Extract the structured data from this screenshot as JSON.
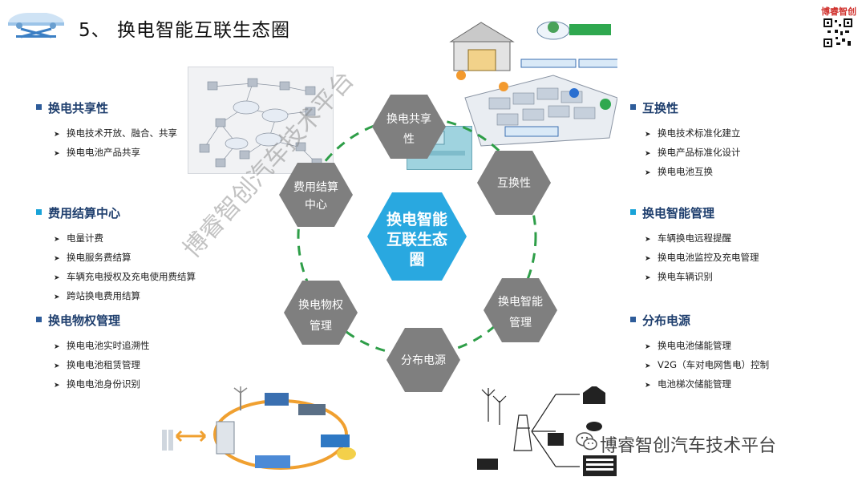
{
  "header": {
    "title": "5、 换电智能互联生态圈",
    "brand": "博睿智创"
  },
  "colors": {
    "section_square": "#2e5c9a",
    "section_square_alt": "#19a3d8",
    "hex_gray": "#7f7f7f",
    "hex_center": "#29a8e0",
    "ring_dash": "#2e9e48"
  },
  "hexagons": {
    "center": [
      "换电智能",
      "互联生态",
      "圈"
    ],
    "share": [
      "换电共享",
      "性"
    ],
    "interchange": [
      "互换性"
    ],
    "smart_manage": [
      "换电智能",
      "管理"
    ],
    "distributed": [
      "分布电源"
    ],
    "property": [
      "换电物权",
      "管理"
    ],
    "billing": [
      "费用结算",
      "中心"
    ]
  },
  "left_sections": [
    {
      "heading": "换电共享性",
      "items": [
        "换电技术开放、融合、共享",
        "换电电池产品共享"
      ]
    },
    {
      "heading": "费用结算中心",
      "items": [
        "电量计费",
        "换电服务费结算",
        "车辆充电授权及充电使用费结算",
        "跨站换电费用结算"
      ]
    },
    {
      "heading": "换电物权管理",
      "items": [
        "换电电池实时追溯性",
        "换电电池租赁管理",
        "换电电池身份识别"
      ]
    }
  ],
  "right_sections": [
    {
      "heading": "互换性",
      "items": [
        "换电技术标准化建立",
        "换电产品标准化设计",
        "换电电池互换"
      ]
    },
    {
      "heading": "换电智能管理",
      "items": [
        "车辆换电远程提醒",
        "换电电池监控及充电管理",
        "换电车辆识别"
      ]
    },
    {
      "heading": "分布电源",
      "items": [
        "换电电池储能管理",
        "V2G（车对电网售电）控制",
        "电池梯次储能管理"
      ]
    }
  ],
  "watermark": "博睿智创汽车技术平台",
  "footer_brand": "博睿智创汽车技术平台",
  "icons": {
    "bullet": "arrowhead-bullet-icon",
    "qr": "qr-code-icon",
    "logo": "car-lift-logo-icon",
    "wechat": "wechat-icon"
  }
}
